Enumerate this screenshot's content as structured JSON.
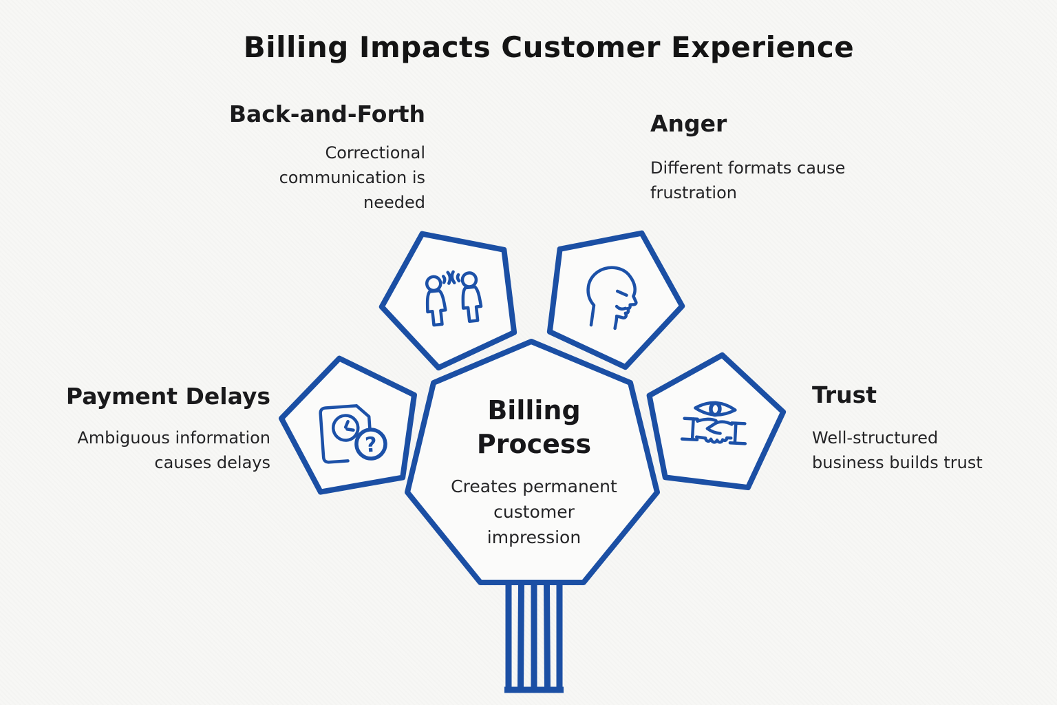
{
  "title": "Billing Impacts Customer Experience",
  "center": {
    "label": "Billing\nProcess",
    "description": "Creates permanent\ncustomer\nimpression"
  },
  "sections": [
    {
      "id": "back-and-forth",
      "heading": "Back-and-Forth",
      "description": "Correctional\ncommunication is\nneeded",
      "icon": "people-talking-icon"
    },
    {
      "id": "anger",
      "heading": "Anger",
      "description": "Different formats cause\nfrustration",
      "icon": "angry-face-profile-icon"
    },
    {
      "id": "payment-delays",
      "heading": "Payment Delays",
      "description": "Ambiguous information\ncauses delays",
      "icon": "document-clock-question-icon"
    },
    {
      "id": "trust",
      "heading": "Trust",
      "description": "Well-structured\nbusiness builds trust",
      "icon": "eye-handshake-icon"
    }
  ],
  "icons": {
    "question_glyph": "?"
  },
  "colors": {
    "accent_blue": "#1b4fa4",
    "icon_blue": "#1c51a8",
    "text": "#1e1e20",
    "background": "#f7f7f5"
  }
}
